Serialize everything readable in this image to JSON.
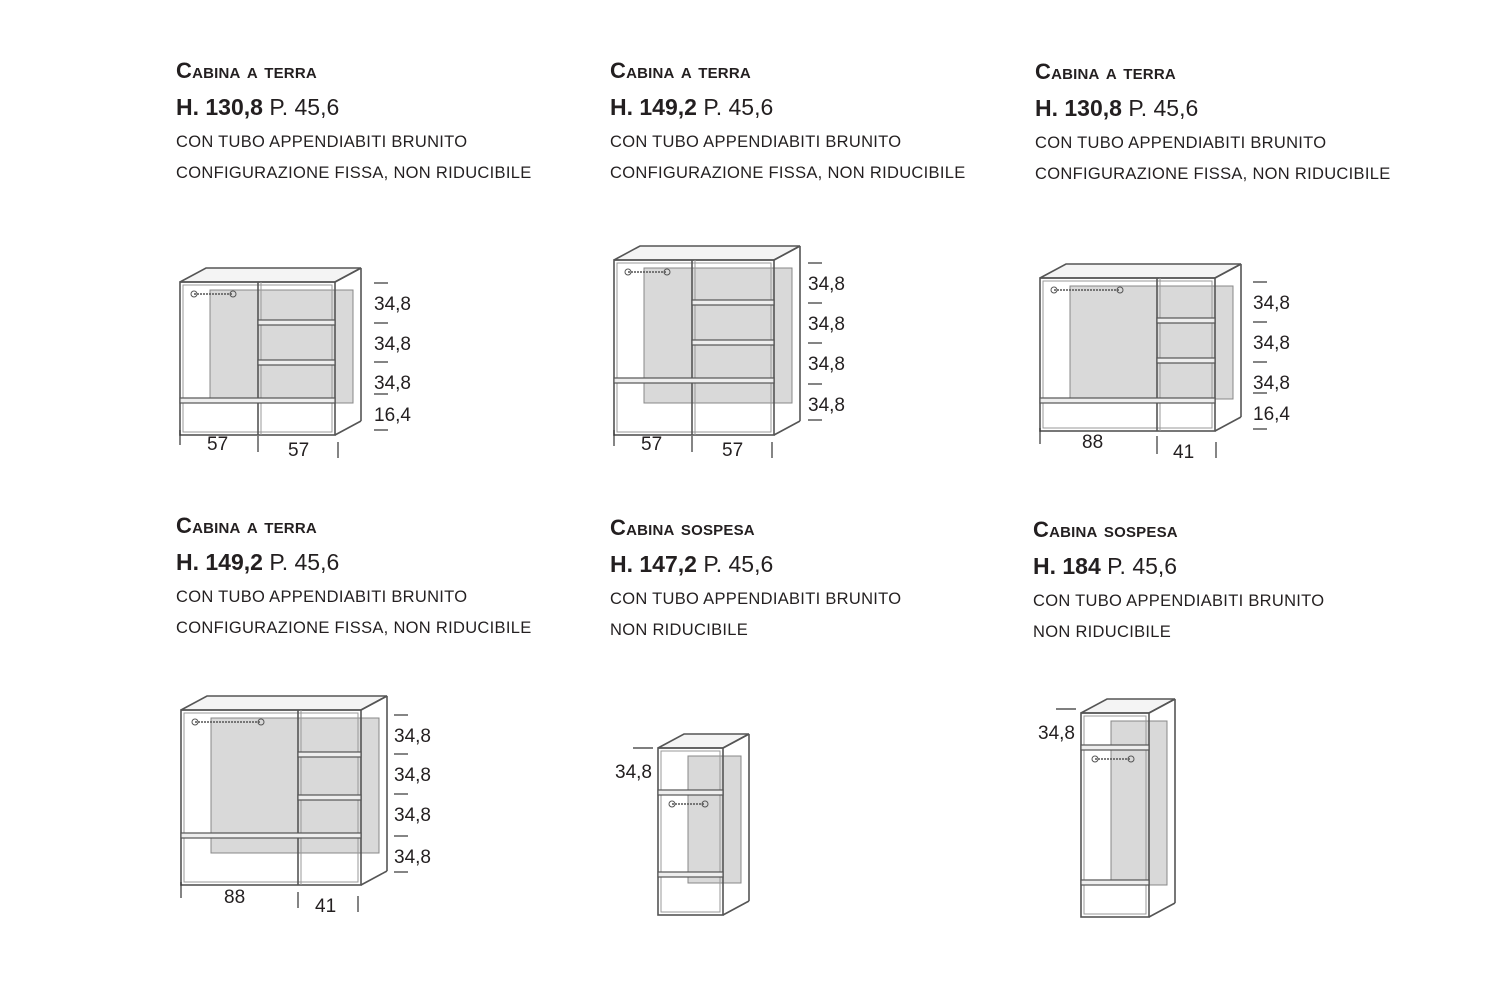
{
  "products": [
    {
      "title": "Cabina a terra",
      "height": "H. 130,8",
      "depth": "P. 45,6",
      "line1": "CON TUBO APPENDIABITI BRUNITO",
      "line2": "CONFIGURAZIONE FISSA, NON RIDUCIBILE",
      "dims_height": [
        "34,8",
        "34,8",
        "34,8",
        "16,4"
      ],
      "dims_width": [
        "57",
        "57"
      ]
    },
    {
      "title": "Cabina a terra",
      "height": "H. 149,2",
      "depth": "P. 45,6",
      "line1": "CON TUBO APPENDIABITI BRUNITO",
      "line2": "CONFIGURAZIONE FISSA, NON RIDUCIBILE",
      "dims_height": [
        "34,8",
        "34,8",
        "34,8",
        "34,8"
      ],
      "dims_width": [
        "57",
        "57"
      ]
    },
    {
      "title": "Cabina a terra",
      "height": "H. 130,8",
      "depth": "P. 45,6",
      "line1": "CON TUBO APPENDIABITI BRUNITO",
      "line2": "CONFIGURAZIONE FISSA, NON RIDUCIBILE",
      "dims_height": [
        "34,8",
        "34,8",
        "34,8",
        "16,4"
      ],
      "dims_width": [
        "88",
        "41"
      ]
    },
    {
      "title": "Cabina a terra",
      "height": "H. 149,2",
      "depth": "P. 45,6",
      "line1": "CON TUBO APPENDIABITI BRUNITO",
      "line2": "CONFIGURAZIONE FISSA, NON RIDUCIBILE",
      "dims_height": [
        "34,8",
        "34,8",
        "34,8",
        "34,8"
      ],
      "dims_width": [
        "88",
        "41"
      ]
    },
    {
      "title": "Cabina sospesa",
      "height": "H. 147,2",
      "depth": "P. 45,6",
      "line1": "CON TUBO APPENDIABITI BRUNITO",
      "line2": "NON RIDUCIBILE",
      "dims_height": [
        "34,8"
      ],
      "dims_width": []
    },
    {
      "title": "Cabina sospesa",
      "height": "H. 184",
      "depth": "P. 45,6",
      "line1": "CON TUBO APPENDIABITI BRUNITO",
      "line2": "NON RIDUCIBILE",
      "dims_height": [
        "34,8"
      ],
      "dims_width": []
    }
  ]
}
